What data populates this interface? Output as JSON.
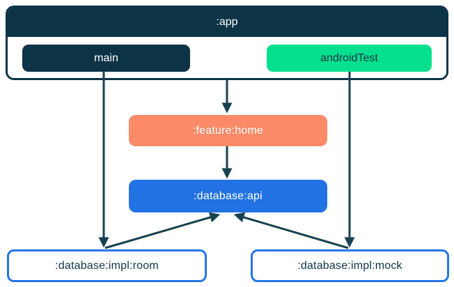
{
  "nodes": {
    "app": ":app",
    "main": "main",
    "android_test": "androidTest",
    "feature_home": ":feature:home",
    "database_api": ":database:api",
    "database_impl_room": ":database:impl:room",
    "database_impl_mock": ":database:impl:mock"
  },
  "edges": [
    {
      "from": ":app",
      "to": ":feature:home"
    },
    {
      "from": "main",
      "to": ":database:impl:room"
    },
    {
      "from": "androidTest",
      "to": ":database:impl:mock"
    },
    {
      "from": ":feature:home",
      "to": ":database:api"
    },
    {
      "from": ":database:impl:room",
      "to": ":database:api"
    },
    {
      "from": ":database:impl:mock",
      "to": ":database:api"
    }
  ],
  "colors": {
    "navy": "#0d3347",
    "green": "#05e08e",
    "coral": "#fa8a68",
    "blue": "#2173e3",
    "blue_border": "#2575e8",
    "arrow": "#17424f",
    "background": "#ffffff"
  }
}
